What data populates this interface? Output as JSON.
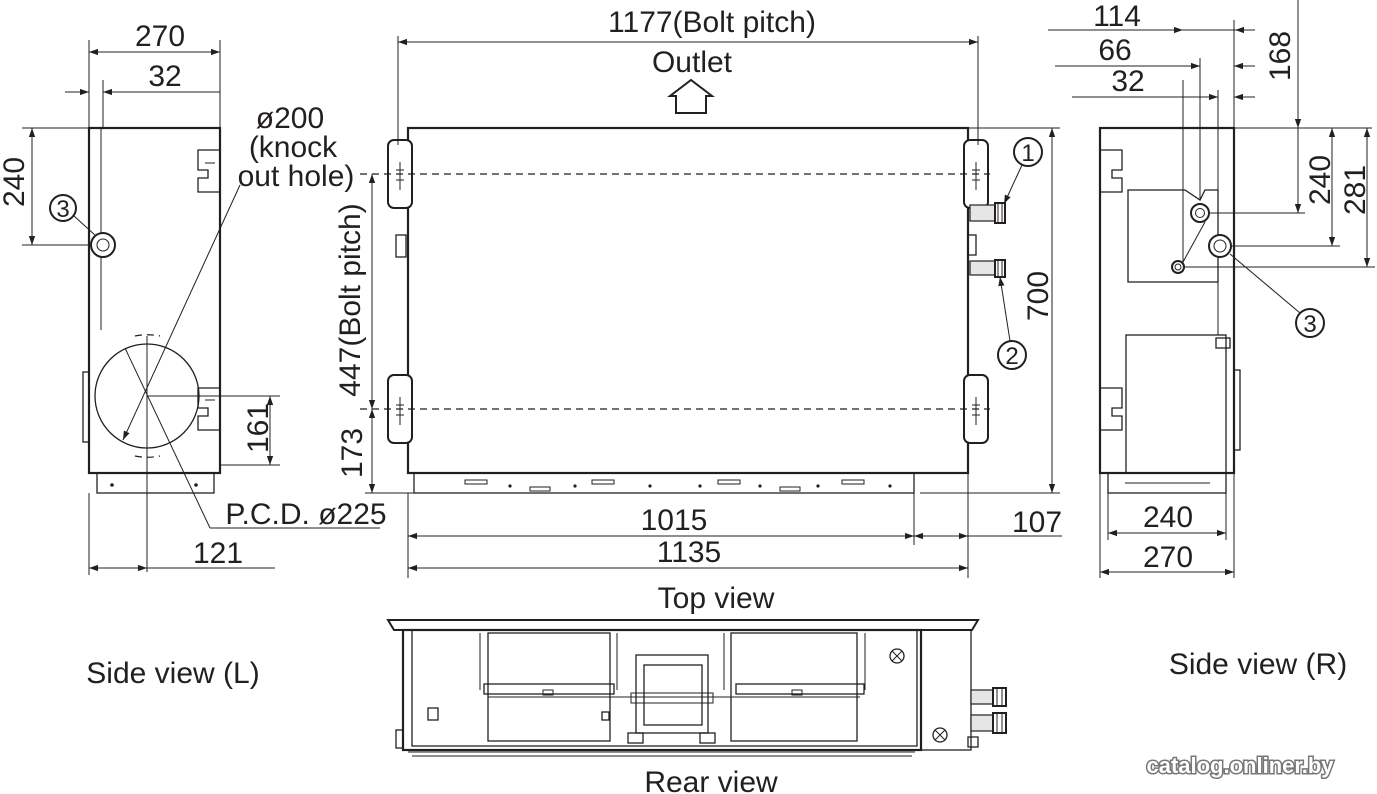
{
  "views": {
    "side_left": "Side view  (L)",
    "side_right": "Side view  (R)",
    "top": "Top view",
    "rear": "Rear view",
    "outlet": "Outlet"
  },
  "side_left_dims": {
    "width_overall": "270",
    "offset_32": "32",
    "height_240": "240",
    "knock_out_line1": "ø200",
    "knock_out_line2": "(knock",
    "knock_out_line3": "out hole)",
    "height_161": "161",
    "pcd": "P.C.D. ø225",
    "offset_121": "121"
  },
  "top_dims": {
    "bolt_pitch_width": "1177(Bolt pitch)",
    "bolt_pitch_height": "447(Bolt pitch)",
    "height_173": "173",
    "depth_700": "700",
    "width_1015": "1015",
    "width_1135": "1135",
    "offset_107": "107"
  },
  "side_right_dims": {
    "top_114": "114",
    "top_66": "66",
    "top_32": "32",
    "right_168": "168",
    "right_240": "240",
    "right_281": "281",
    "bottom_240": "240",
    "bottom_270": "270"
  },
  "callouts": {
    "c1": "1",
    "c2": "2",
    "c3_left": "3",
    "c3_right": "3"
  },
  "watermark": "catalog.onliner.by"
}
